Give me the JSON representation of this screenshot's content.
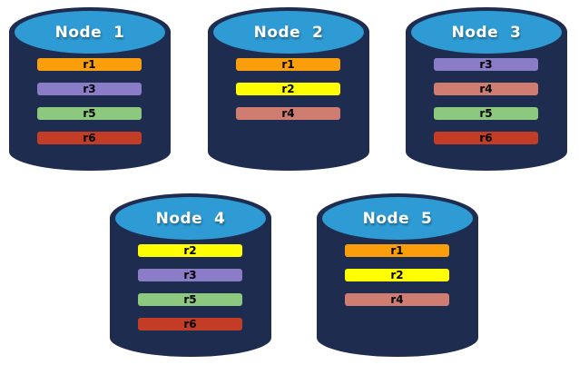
{
  "colors": {
    "background": "#FFFFFF",
    "cylinder_body": "#1E2C4F",
    "cylinder_cap": "#2F9BD4",
    "title_text": "#FFFFFF",
    "bar_text": "#000000"
  },
  "replica_colors": {
    "r1": "#FA9E0C",
    "r2": "#FFFF00",
    "r3": "#8B7CC7",
    "r4": "#CF7D70",
    "r5": "#8CC87D",
    "r6": "#C33D26"
  },
  "nodes": [
    {
      "id": "node-1",
      "title": "Node  1",
      "replicas": [
        "r1",
        "r3",
        "r5",
        "r6"
      ]
    },
    {
      "id": "node-2",
      "title": "Node  2",
      "replicas": [
        "r1",
        "r2",
        "r4"
      ]
    },
    {
      "id": "node-3",
      "title": "Node  3",
      "replicas": [
        "r3",
        "r4",
        "r5",
        "r6"
      ]
    },
    {
      "id": "node-4",
      "title": "Node  4",
      "replicas": [
        "r2",
        "r3",
        "r5",
        "r6"
      ]
    },
    {
      "id": "node-5",
      "title": "Node  5",
      "replicas": [
        "r1",
        "r2",
        "r4"
      ]
    }
  ]
}
